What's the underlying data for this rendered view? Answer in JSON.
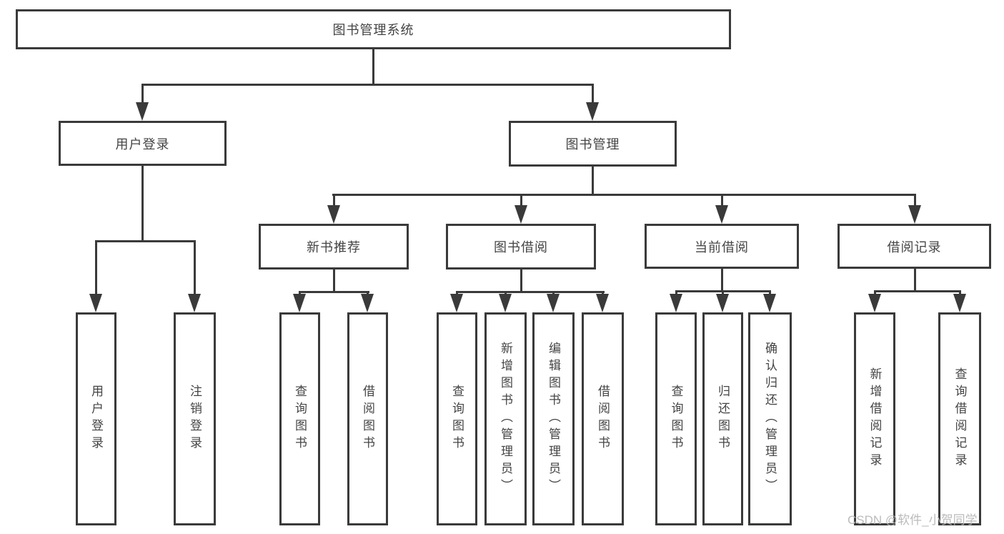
{
  "diagram": {
    "type": "hierarchy-diagram",
    "title": "图书管理系统",
    "nodes": {
      "root": "图书管理系统",
      "userLogin": "用户登录",
      "bookMgmt": "图书管理",
      "newBookRec": "新书推荐",
      "bookBorrow": "图书借阅",
      "currentBorrow": "当前借阅",
      "borrowRecords": "借阅记录"
    },
    "leaves": {
      "underUserLogin": [
        "用户登录",
        "注销登录"
      ],
      "underNewBookRec": [
        "查询图书",
        "借阅图书"
      ],
      "underBookBorrow": [
        "查询图书",
        "新增图书（管理员）",
        "编辑图书（管理员）",
        "借阅图书"
      ],
      "underCurrentBorrow": [
        "查询图书",
        "归还图书",
        "确认归还（管理员）"
      ],
      "underBorrowRecords": [
        "新增借阅记录",
        "查询借阅记录"
      ]
    },
    "watermark": "CSDN @软件_小贺同学",
    "colors": {
      "line": "#3a3a3a",
      "text": "#444444",
      "watermark": "#b7b7b7",
      "background": "#ffffff"
    }
  }
}
